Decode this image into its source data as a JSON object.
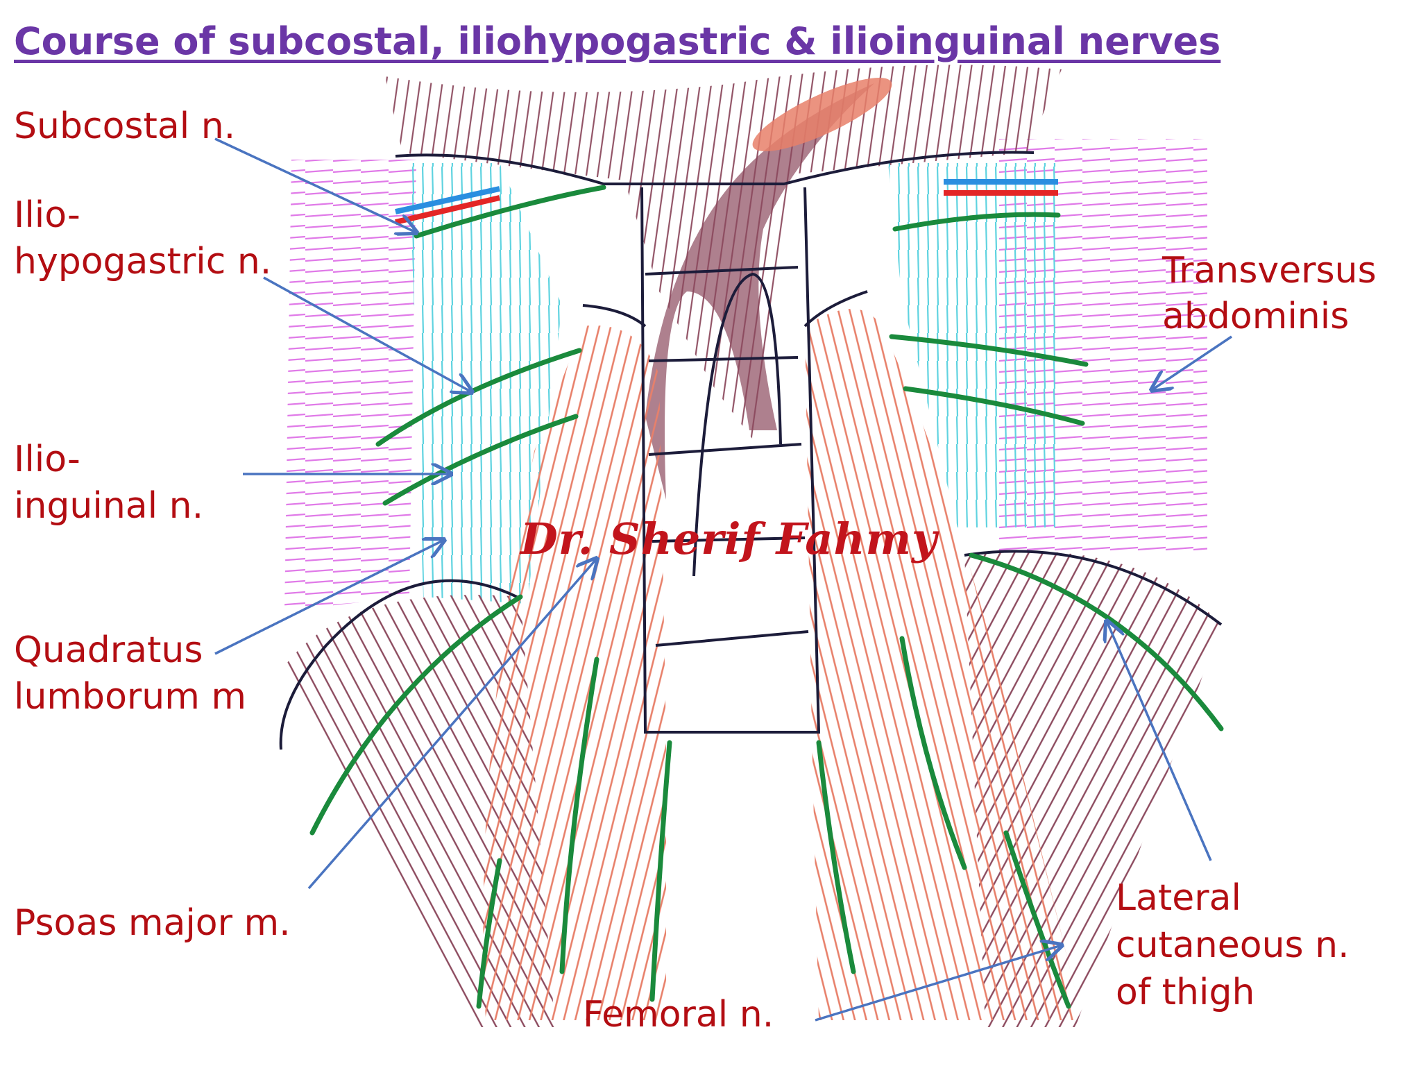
{
  "title": "Course of subcostal, iliohypogastric & ilioinguinal nerves",
  "watermark": "Dr. Sherif Fahmy",
  "labels": {
    "subcostal": "Subcostal n.",
    "iliohypogastric_1": "Ilio-",
    "iliohypogastric_2": "hypogastric n.",
    "ilioinguinal_1": "Ilio-",
    "ilioinguinal_2": "inguinal n.",
    "quadratus_1": "Quadratus",
    "quadratus_2": "lumborum m",
    "psoas": "Psoas major m.",
    "femoral": "Femoral n.",
    "transversus_1": "Transversus",
    "transversus_2": "abdominis",
    "lateral_1": "Lateral",
    "lateral_2": "cutaneous n.",
    "lateral_3": "of thigh"
  },
  "colors": {
    "title": "#6a36a6",
    "labels": "#b30d12",
    "nerve": "#1a8a3c",
    "psoas": "#e8806a",
    "quadratus": "#5fd3e0",
    "transversus": "#e07ae8",
    "iliacus": "#8c4a5e",
    "outline": "#1c1c3a",
    "pointer": "#4a74c0"
  }
}
